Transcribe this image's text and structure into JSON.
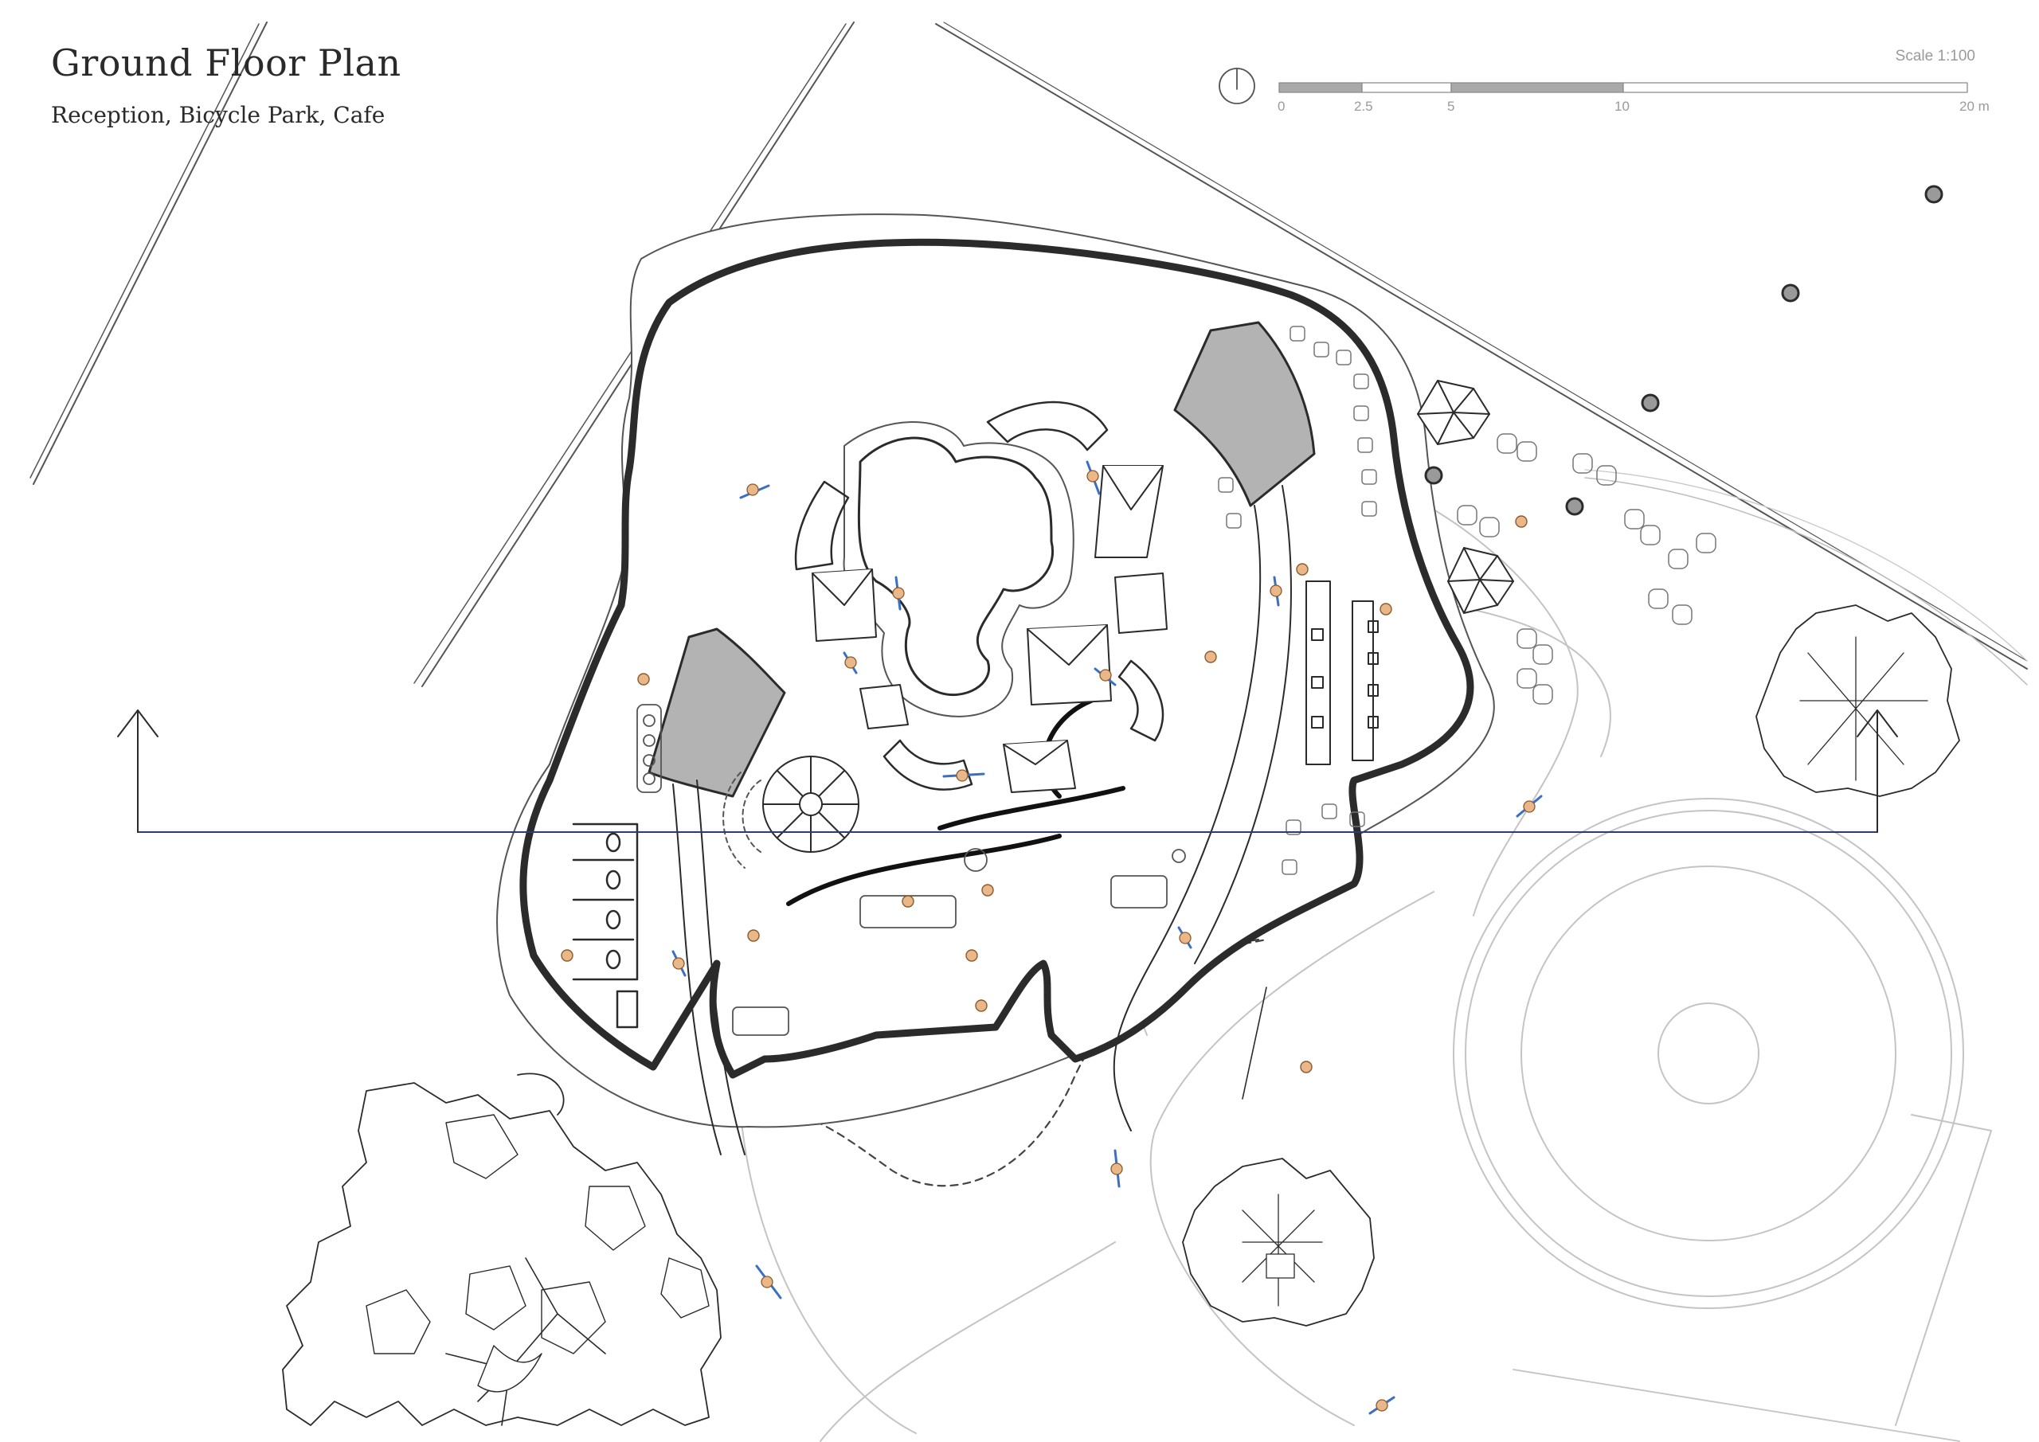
{
  "header": {
    "title": "Ground Floor Plan",
    "subtitle": "Reception, Bicycle Park, Cafe"
  },
  "scale_bar": {
    "label": "Scale 1:100",
    "ticks": [
      "0",
      "2.5",
      "5",
      "10",
      "20 m"
    ]
  },
  "colors": {
    "line": "#2b2b2b",
    "wall_fill": "#b3b3b3",
    "section_line": "#2f3a70",
    "figure_accent": "#e0a060",
    "bicycle_accent": "#3a6fc4"
  },
  "icons": {
    "north_arrow": "north-arrow-icon",
    "parasol": "parasol-icon",
    "tree": "tree-icon",
    "bicycle": "bicycle-icon",
    "person": "person-icon",
    "bollard": "bollard-icon",
    "spiral_stair": "spiral-stair-icon"
  }
}
